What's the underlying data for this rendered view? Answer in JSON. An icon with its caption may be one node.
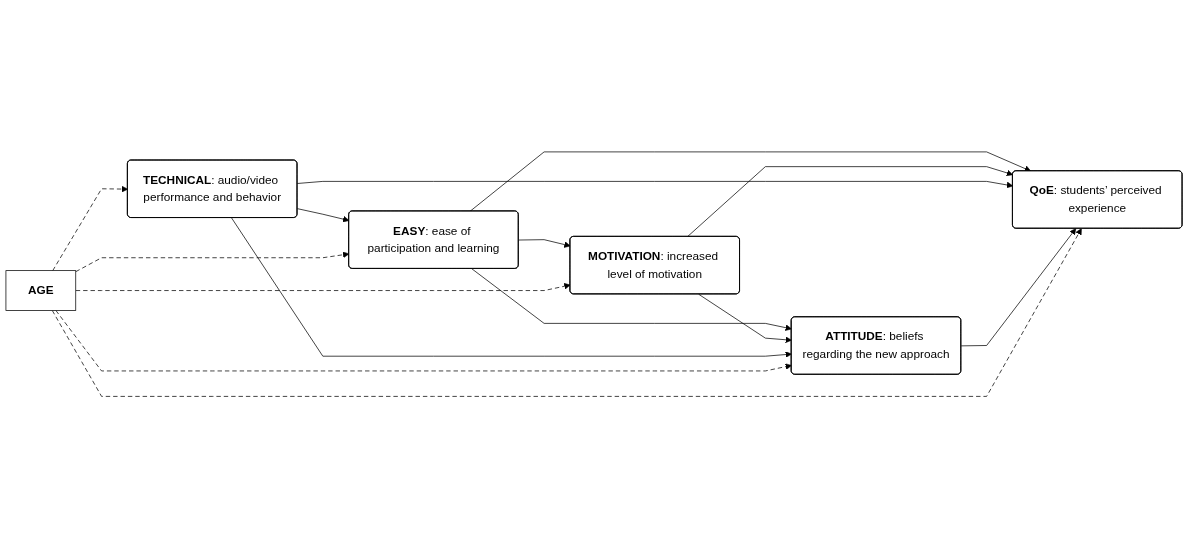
{
  "diagram": {
    "nodes": [
      {
        "text": [
          "**TECHNICAL**: audio/video performance and behavior"
        ]
      },
      {
        "text": [
          "**EASY**: ease of participation and learning"
        ]
      },
      {
        "text": [
          "**MOTIVATION**: increased level of motivation"
        ]
      },
      {
        "text": [
          "**QoE**: students’ perceived experience"
        ]
      },
      {
        "text": [
          "**ATTITUDE**: beliefs regarding the new approach"
        ]
      },
      {
        "text": [
          "**AGE**"
        ]
      }
    ],
    "edges": [
      {
        "from": 0,
        "to": 1,
        "arrow": "to"
      },
      {
        "from": 1,
        "to": 2,
        "arrow": "to"
      },
      {
        "from": 1,
        "to": 3,
        "arrow": "to"
      },
      {
        "from": 1,
        "to": 4,
        "arrow": "to"
      },
      {
        "from": 2,
        "to": 3,
        "arrow": "to"
      },
      {
        "from": 2,
        "to": 4,
        "arrow": "to"
      },
      {
        "from": 0,
        "to": 3,
        "arrow": "to"
      },
      {
        "from": 0,
        "to": 4,
        "arrow": "to"
      },
      {
        "from": 4,
        "to": 3,
        "arrow": "to"
      },
      {
        "from": 5,
        "to": 0,
        "arrow": "to",
        "style": "dashed"
      },
      {
        "from": 5,
        "to": 1,
        "arrow": "to",
        "style": "dashed"
      },
      {
        "from": 5,
        "to": 2,
        "arrow": "to",
        "style": "dashed"
      },
      {
        "from": 5,
        "to": 3,
        "arrow": "to",
        "style": "dashed"
      },
      {
        "from": 5,
        "to": 4,
        "arrow": "to",
        "style": "dashed"
      }
    ]
  }
}
